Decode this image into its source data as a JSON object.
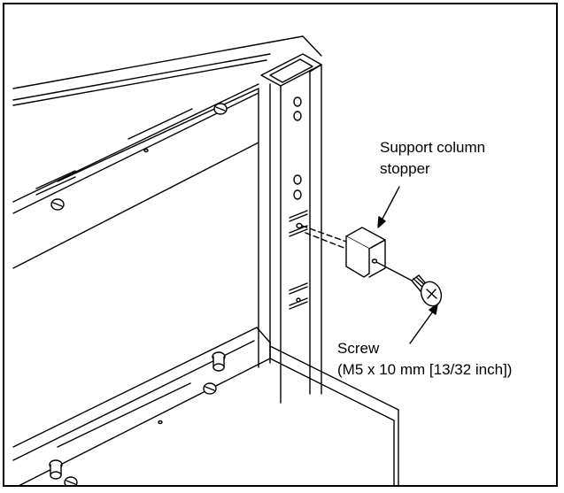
{
  "figure": {
    "callouts": {
      "support_column_stopper": {
        "line1": "Support column",
        "line2": "stopper"
      },
      "screw": {
        "line1": "Screw",
        "line2": "(M5 x 10 mm [13/32 inch])"
      }
    },
    "colors": {
      "line": "#000000",
      "background": "#ffffff",
      "fill": "#ffffff"
    }
  }
}
